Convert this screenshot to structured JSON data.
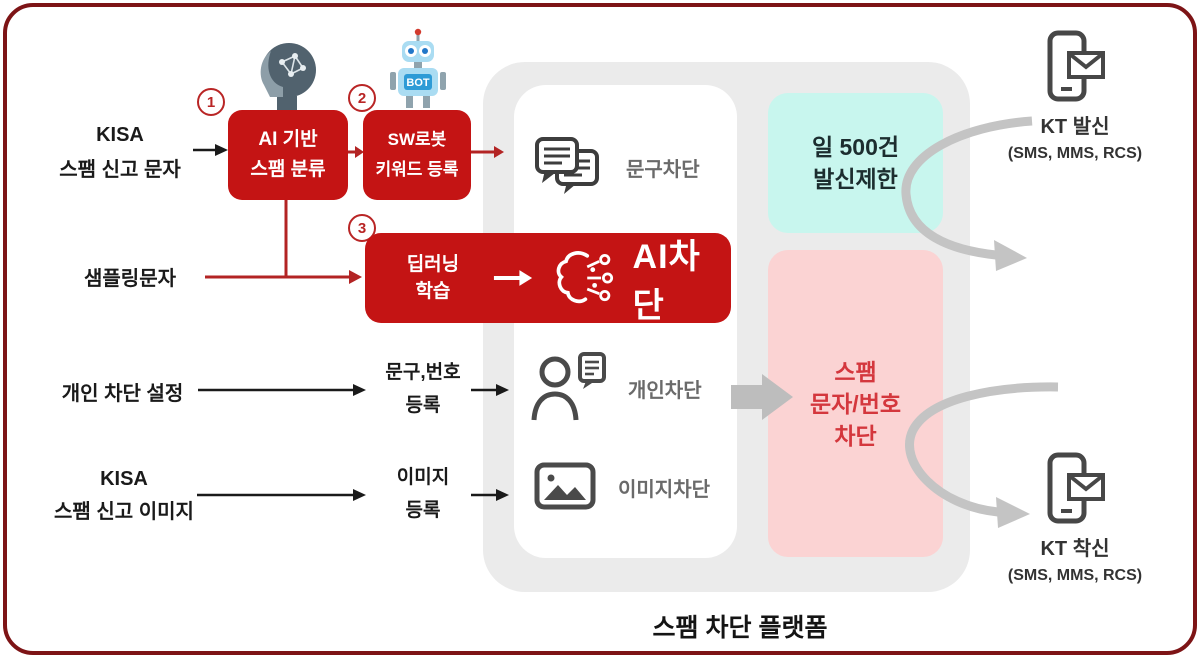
{
  "palette": {
    "accent_red": "#c41414",
    "border_maroon": "#7d1416",
    "cyan_box_bg": "#c8f6ee",
    "pink_box_bg": "#fbd3d3",
    "pink_box_text": "#d4373d",
    "platform_gray": "#ebebeb",
    "flow_arrow_gray": "#c4c4c4"
  },
  "steps": {
    "one": "1",
    "two": "2",
    "three": "3"
  },
  "inputs": {
    "kisa_sms": {
      "line1": "KISA",
      "line2": "스팸 신고 문자"
    },
    "sampling": {
      "label": "샘플링문자"
    },
    "personal": {
      "label": "개인 차단 설정"
    },
    "kisa_image": {
      "line1": "KISA",
      "line2": "스팸 신고 이미지"
    }
  },
  "process": {
    "ai_classify": {
      "line1": "AI 기반",
      "line2": "스팸 분류"
    },
    "sw_robot": {
      "line1": "SW로봇",
      "line2": "키워드 등록"
    },
    "deep_learning": {
      "line1": "딥러닝",
      "line2": "학습"
    },
    "ai_block_label": "AI차단",
    "phrase_number_reg": {
      "line1": "문구,번호",
      "line2": "등록"
    },
    "image_reg": {
      "line1": "이미지",
      "line2": "등록"
    }
  },
  "platform": {
    "caption": "스팸 차단 플랫폼",
    "rows": {
      "phrase": "문구차단",
      "personal": "개인차단",
      "image": "이미지차단"
    },
    "limit_box": {
      "line1": "일 500건",
      "line2": "발신제한"
    },
    "spam_block_box": {
      "line1": "스팸",
      "line2": "문자/번호",
      "line3": "차단"
    }
  },
  "endpoints": {
    "origin": {
      "title": "KT 발신",
      "sub": "(SMS, MMS, RCS)"
    },
    "destination": {
      "title": "KT 착신",
      "sub": "(SMS, MMS, RCS)"
    }
  },
  "icons": {
    "bot_text": "BOT"
  }
}
